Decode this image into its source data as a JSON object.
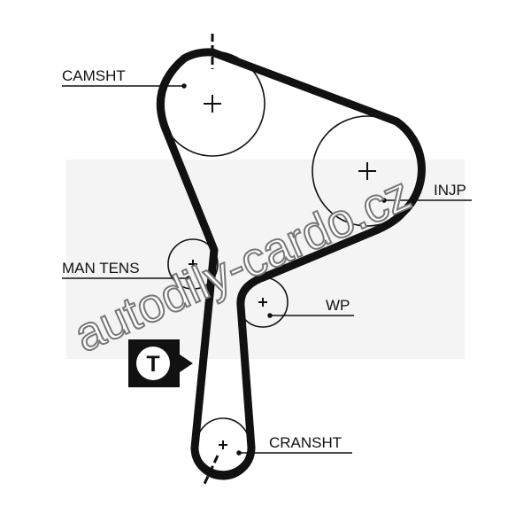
{
  "labels": {
    "camshaft": "CAMSHT",
    "injection_pump": "INJP",
    "manual_tensioner": "MAN TENS",
    "water_pump": "WP",
    "crankshaft": "CRANSHT"
  },
  "badge": {
    "letter": "T"
  },
  "watermark": "autodily-cardo.cz",
  "colors": {
    "ink": "#111111",
    "watermark_outline": "#777777"
  }
}
